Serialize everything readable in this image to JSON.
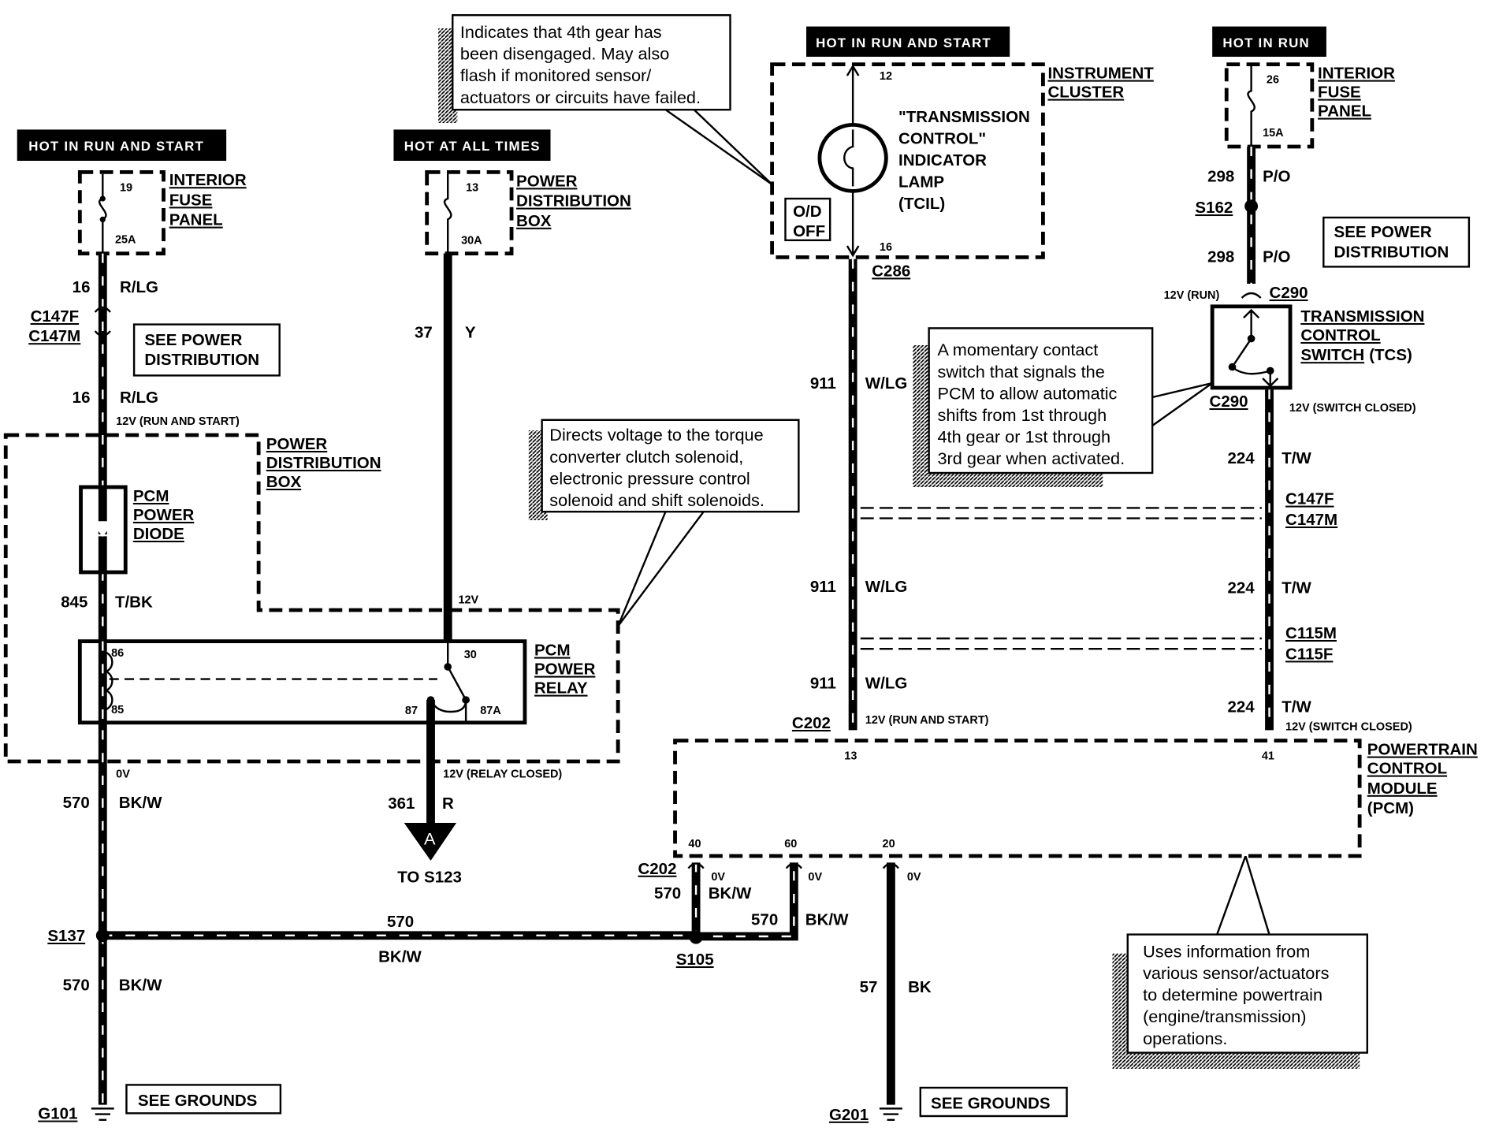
{
  "headers": {
    "left": "HOT IN  RUN  AND  START",
    "middle": "HOT AT ALL TIMES",
    "cluster": "HOT IN  RUN  AND  START",
    "right": "HOT IN  RUN"
  },
  "fuses": {
    "left": {
      "number": "19",
      "rating": "25A",
      "label": [
        "INTERIOR",
        "FUSE",
        "PANEL"
      ]
    },
    "middle": {
      "number": "13",
      "rating": "30A",
      "label": [
        "POWER",
        "DISTRIBUTION",
        "BOX"
      ]
    },
    "right": {
      "number": "26",
      "rating": "15A",
      "label": [
        "INTERIOR",
        "FUSE",
        "PANEL"
      ]
    }
  },
  "callouts": {
    "top": [
      "Indicates that 4th gear has",
      "been disengaged.  May also",
      "flash if monitored sensor/",
      "actuators or circuits have failed."
    ],
    "middle": [
      "Directs voltage to the torque",
      "converter clutch solenoid,",
      "electronic pressure control",
      "solenoid and shift solenoids."
    ],
    "right": [
      "A momentary contact",
      "switch that signals the",
      "PCM to allow automatic",
      "shifts from 1st through",
      "4th gear or 1st through",
      "3rd gear when activated."
    ],
    "bottom": [
      "Uses information from",
      "various sensor/actuators",
      "to determine powertrain",
      "(engine/transmission)",
      "operations."
    ]
  },
  "see_boxes": {
    "power_dist": [
      "SEE POWER",
      "DISTRIBUTION"
    ],
    "grounds": "SEE GROUNDS"
  },
  "components": {
    "pdb": [
      "POWER",
      "DISTRIBUTION",
      "BOX"
    ],
    "diode": [
      "PCM",
      "POWER",
      "DIODE"
    ],
    "relay": [
      "PCM",
      "POWER",
      "RELAY"
    ],
    "relay_pins": {
      "p86": "86",
      "p85": "85",
      "p30": "30",
      "p87": "87",
      "p87a": "87A"
    },
    "cluster": [
      "INSTRUMENT",
      "CLUSTER"
    ],
    "lamp": [
      "\"TRANSMISSION",
      "CONTROL\"",
      "INDICATOR",
      "LAMP",
      "(TCIL)"
    ],
    "od_off": [
      "O/D",
      "OFF"
    ],
    "cluster_pins": {
      "top": "12",
      "bottom": "16"
    },
    "tcs": [
      "TRANSMISSION",
      "CONTROL",
      "SWITCH",
      "(TCS)"
    ],
    "pcm": [
      "POWERTRAIN",
      "CONTROL",
      "MODULE",
      "(PCM)"
    ],
    "pcm_pins": {
      "p13": "13",
      "p41": "41",
      "p40": "40",
      "p60": "60",
      "p20": "20"
    }
  },
  "connectors": {
    "c147f": "C147F",
    "c147m": "C147M",
    "c286": "C286",
    "c290": "C290",
    "c115m": "C115M",
    "c115f": "C115F",
    "c202": "C202",
    "s162": "S162",
    "s137": "S137",
    "s105": "S105",
    "g101": "G101",
    "g201": "G201"
  },
  "wires": {
    "w16": "16",
    "rlg": "R/LG",
    "w37": "37",
    "y": "Y",
    "w845": "845",
    "tbk": "T/BK",
    "w570": "570",
    "bkw": "BK/W",
    "w361": "361",
    "r": "R",
    "w911": "911",
    "wlg": "W/LG",
    "w298": "298",
    "po": "P/O",
    "w224": "224",
    "tw": "T/W",
    "w57": "57",
    "bk": "BK"
  },
  "voltages": {
    "run_start": "12V (RUN AND START)",
    "v12": "12V",
    "zero": "0V",
    "relay_closed": "12V (RELAY CLOSED)",
    "run": "12V (RUN)",
    "switch_closed": "12V (SWITCH CLOSED)"
  },
  "off_page": {
    "letter": "A",
    "label": "TO S123"
  }
}
